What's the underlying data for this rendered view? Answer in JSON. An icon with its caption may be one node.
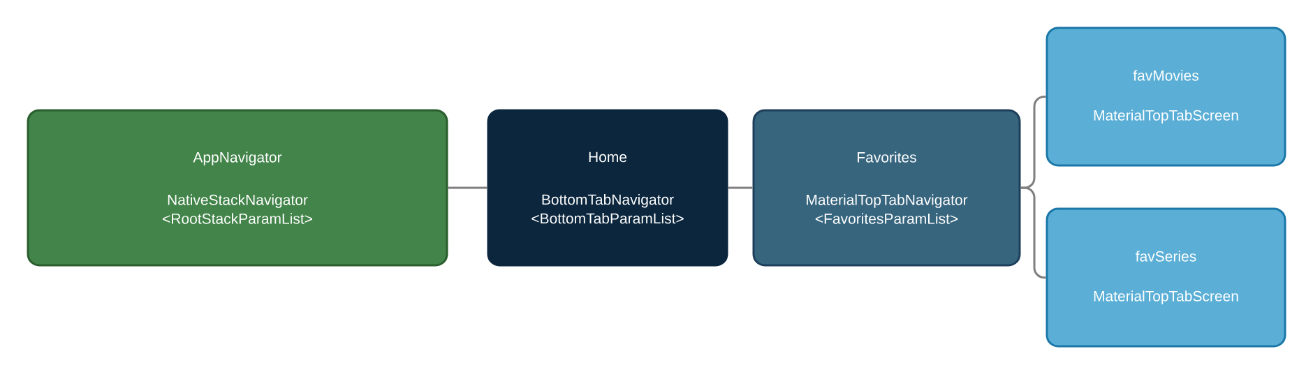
{
  "diagram": {
    "nodes": [
      {
        "text": [
          "AppNavigator",
          "NativeStackNavigator <RootStackParamList>"
        ]
      },
      {
        "text": [
          "Home",
          "BottomTabNavigator <BottomTabParamList>"
        ]
      },
      {
        "text": [
          "Favorites",
          "MaterialTopTabNavigator <FavoritesParamList>"
        ]
      },
      {
        "text": [
          "favMovies",
          "MaterialTopTabScreen"
        ]
      },
      {
        "text": [
          "favSeries",
          "MaterialTopTabScreen"
        ]
      }
    ],
    "edges": [
      {
        "from": 0,
        "to": 1,
        "arrow": "none"
      },
      {
        "from": 1,
        "to": 2,
        "arrow": "none"
      },
      {
        "from": 2,
        "to": 3,
        "arrow": "none"
      },
      {
        "from": 2,
        "to": 4,
        "arrow": "none"
      }
    ]
  }
}
